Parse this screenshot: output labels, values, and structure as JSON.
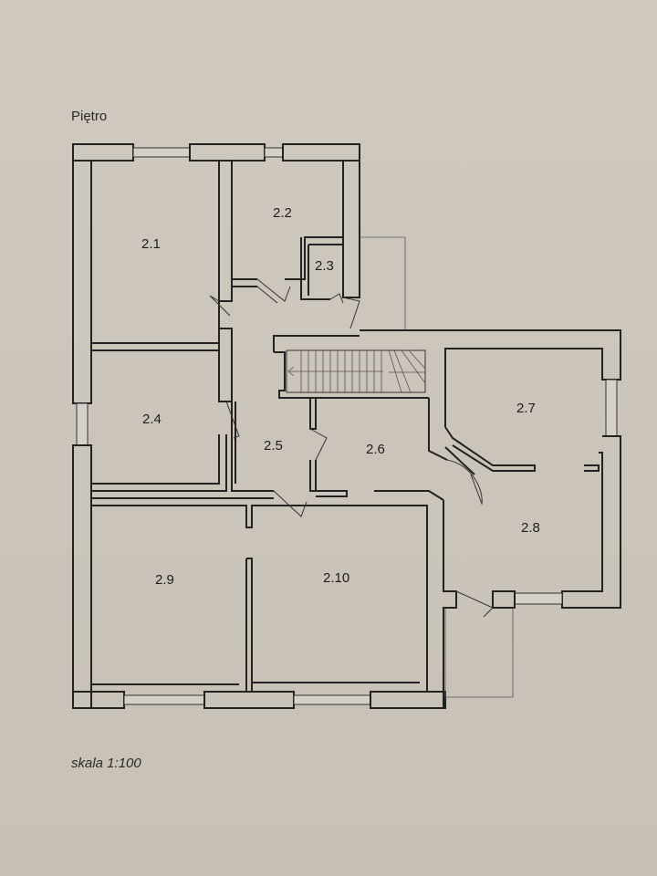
{
  "plan": {
    "title": "Piętro",
    "scale_label": "skala 1:100",
    "rooms": [
      {
        "id": "2.1",
        "label": "2.1"
      },
      {
        "id": "2.2",
        "label": "2.2"
      },
      {
        "id": "2.3",
        "label": "2.3"
      },
      {
        "id": "2.4",
        "label": "2.4"
      },
      {
        "id": "2.5",
        "label": "2.5"
      },
      {
        "id": "2.6",
        "label": "2.6"
      },
      {
        "id": "2.7",
        "label": "2.7"
      },
      {
        "id": "2.8",
        "label": "2.8"
      },
      {
        "id": "2.9",
        "label": "2.9"
      },
      {
        "id": "2.10",
        "label": "2.10"
      }
    ],
    "colors": {
      "paper": "#cdc7bd",
      "ink": "#222222"
    }
  }
}
